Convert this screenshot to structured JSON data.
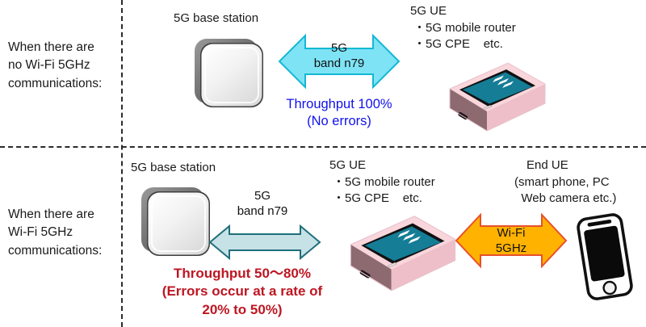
{
  "diagram": {
    "title_hidden": "",
    "colors": {
      "arrow_5g_top_fill": "#7EE3F5",
      "arrow_5g_top_stroke": "#14B8D4",
      "arrow_5g_bottom_fill": "#C7E2E6",
      "arrow_5g_bottom_stroke": "#1F6E7A",
      "arrow_wifi_fill": "#FFB200",
      "arrow_wifi_stroke": "#E8502A",
      "throughput_ok": "#1111EE",
      "throughput_bad": "#BE1622",
      "router_body": "#F6CFD6",
      "router_screen": "#157D96",
      "divider": "#2b2b2b"
    },
    "rows": [
      {
        "id": "no-wifi",
        "condition_label": "When there are\nno Wi-Fi 5GHz\ncommunications:",
        "base_station_label": "5G base station",
        "link_label": "5G\nband n79",
        "throughput_label": "Throughput 100%\n(No errors)",
        "ue_title": "5G UE",
        "ue_bullets": "・5G mobile router\n・5G CPE    etc."
      },
      {
        "id": "with-wifi",
        "condition_label": "When there are\nWi-Fi 5GHz\ncommunications:",
        "base_station_label": "5G base station",
        "link_label": "5G\nband n79",
        "throughput_label": "Throughput 50〜80%\n(Errors occur at a rate of\n20% to 50%)",
        "ue_title": "5G UE",
        "ue_bullets": "・5G mobile router\n・5G CPE    etc.",
        "wifi_link_label": "Wi-Fi\n5GHz",
        "end_ue_title": "End UE",
        "end_ue_detail": "(smart phone, PC\n  Web camera etc.)"
      }
    ]
  }
}
